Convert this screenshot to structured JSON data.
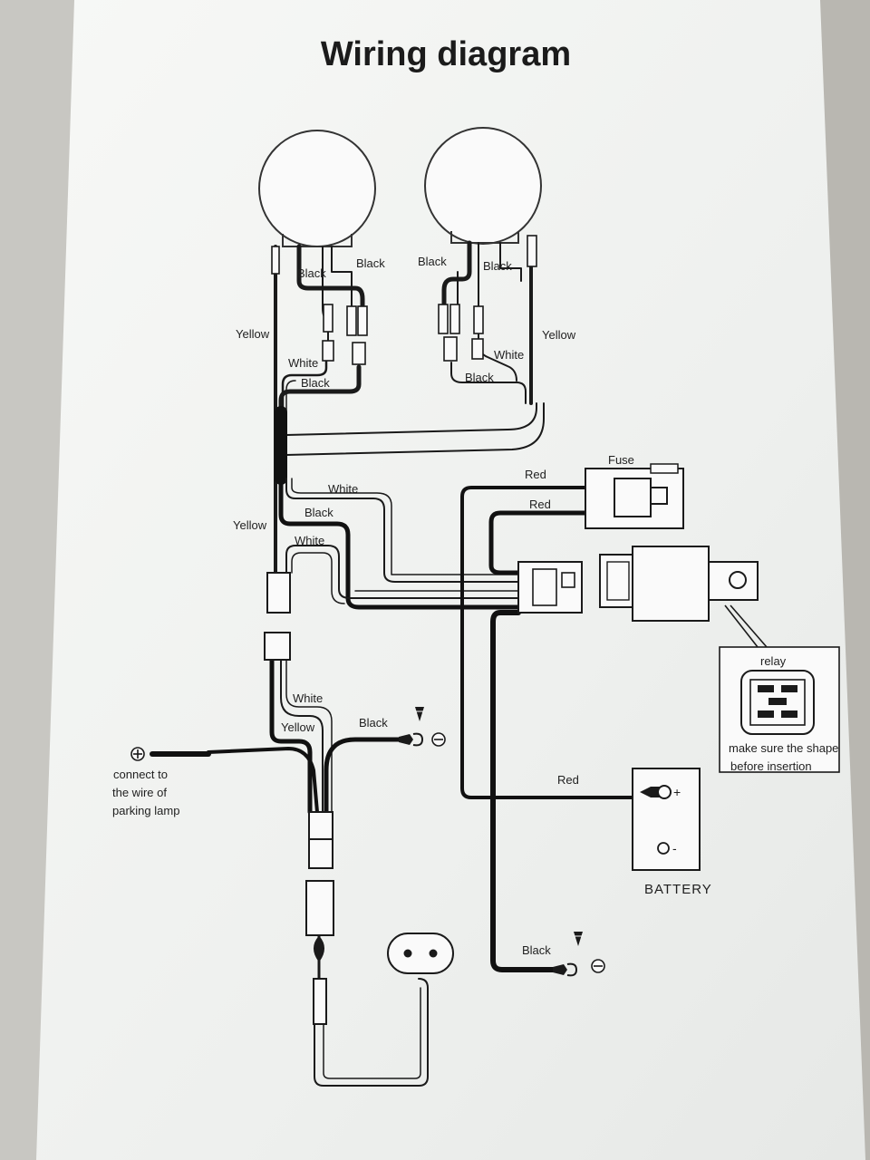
{
  "title": "Wiring diagram",
  "labels": {
    "left_lamp_black_a": "Black",
    "left_lamp_black_b": "Black",
    "right_lamp_black_a": "Black",
    "right_lamp_black_b": "Black",
    "left_yellow": "Yellow",
    "right_yellow": "Yellow",
    "left_white": "White",
    "left_black": "Black",
    "right_white": "White",
    "right_black": "Black",
    "fuse": "Fuse",
    "red_1": "Red",
    "red_2": "Red",
    "harness_white": "White",
    "harness_black": "Black",
    "harness_yellow": "Yellow",
    "harness_white_2": "White",
    "switch_white": "White",
    "switch_yellow": "Yellow",
    "switch_black": "Black",
    "relay": "relay",
    "relay_note_1": "make sure the shape",
    "relay_note_2": "before insertion",
    "battery_red": "Red",
    "battery": "BATTERY",
    "battery_plus": "+",
    "battery_minus": "-",
    "parking_1": "connect to",
    "parking_2": "the wire of",
    "parking_3": "parking lamp",
    "ground_black": "Black"
  },
  "colors": {
    "paper": "#f3f4f2",
    "ink": "#1a1a1a",
    "background": "#b9b7b1"
  }
}
